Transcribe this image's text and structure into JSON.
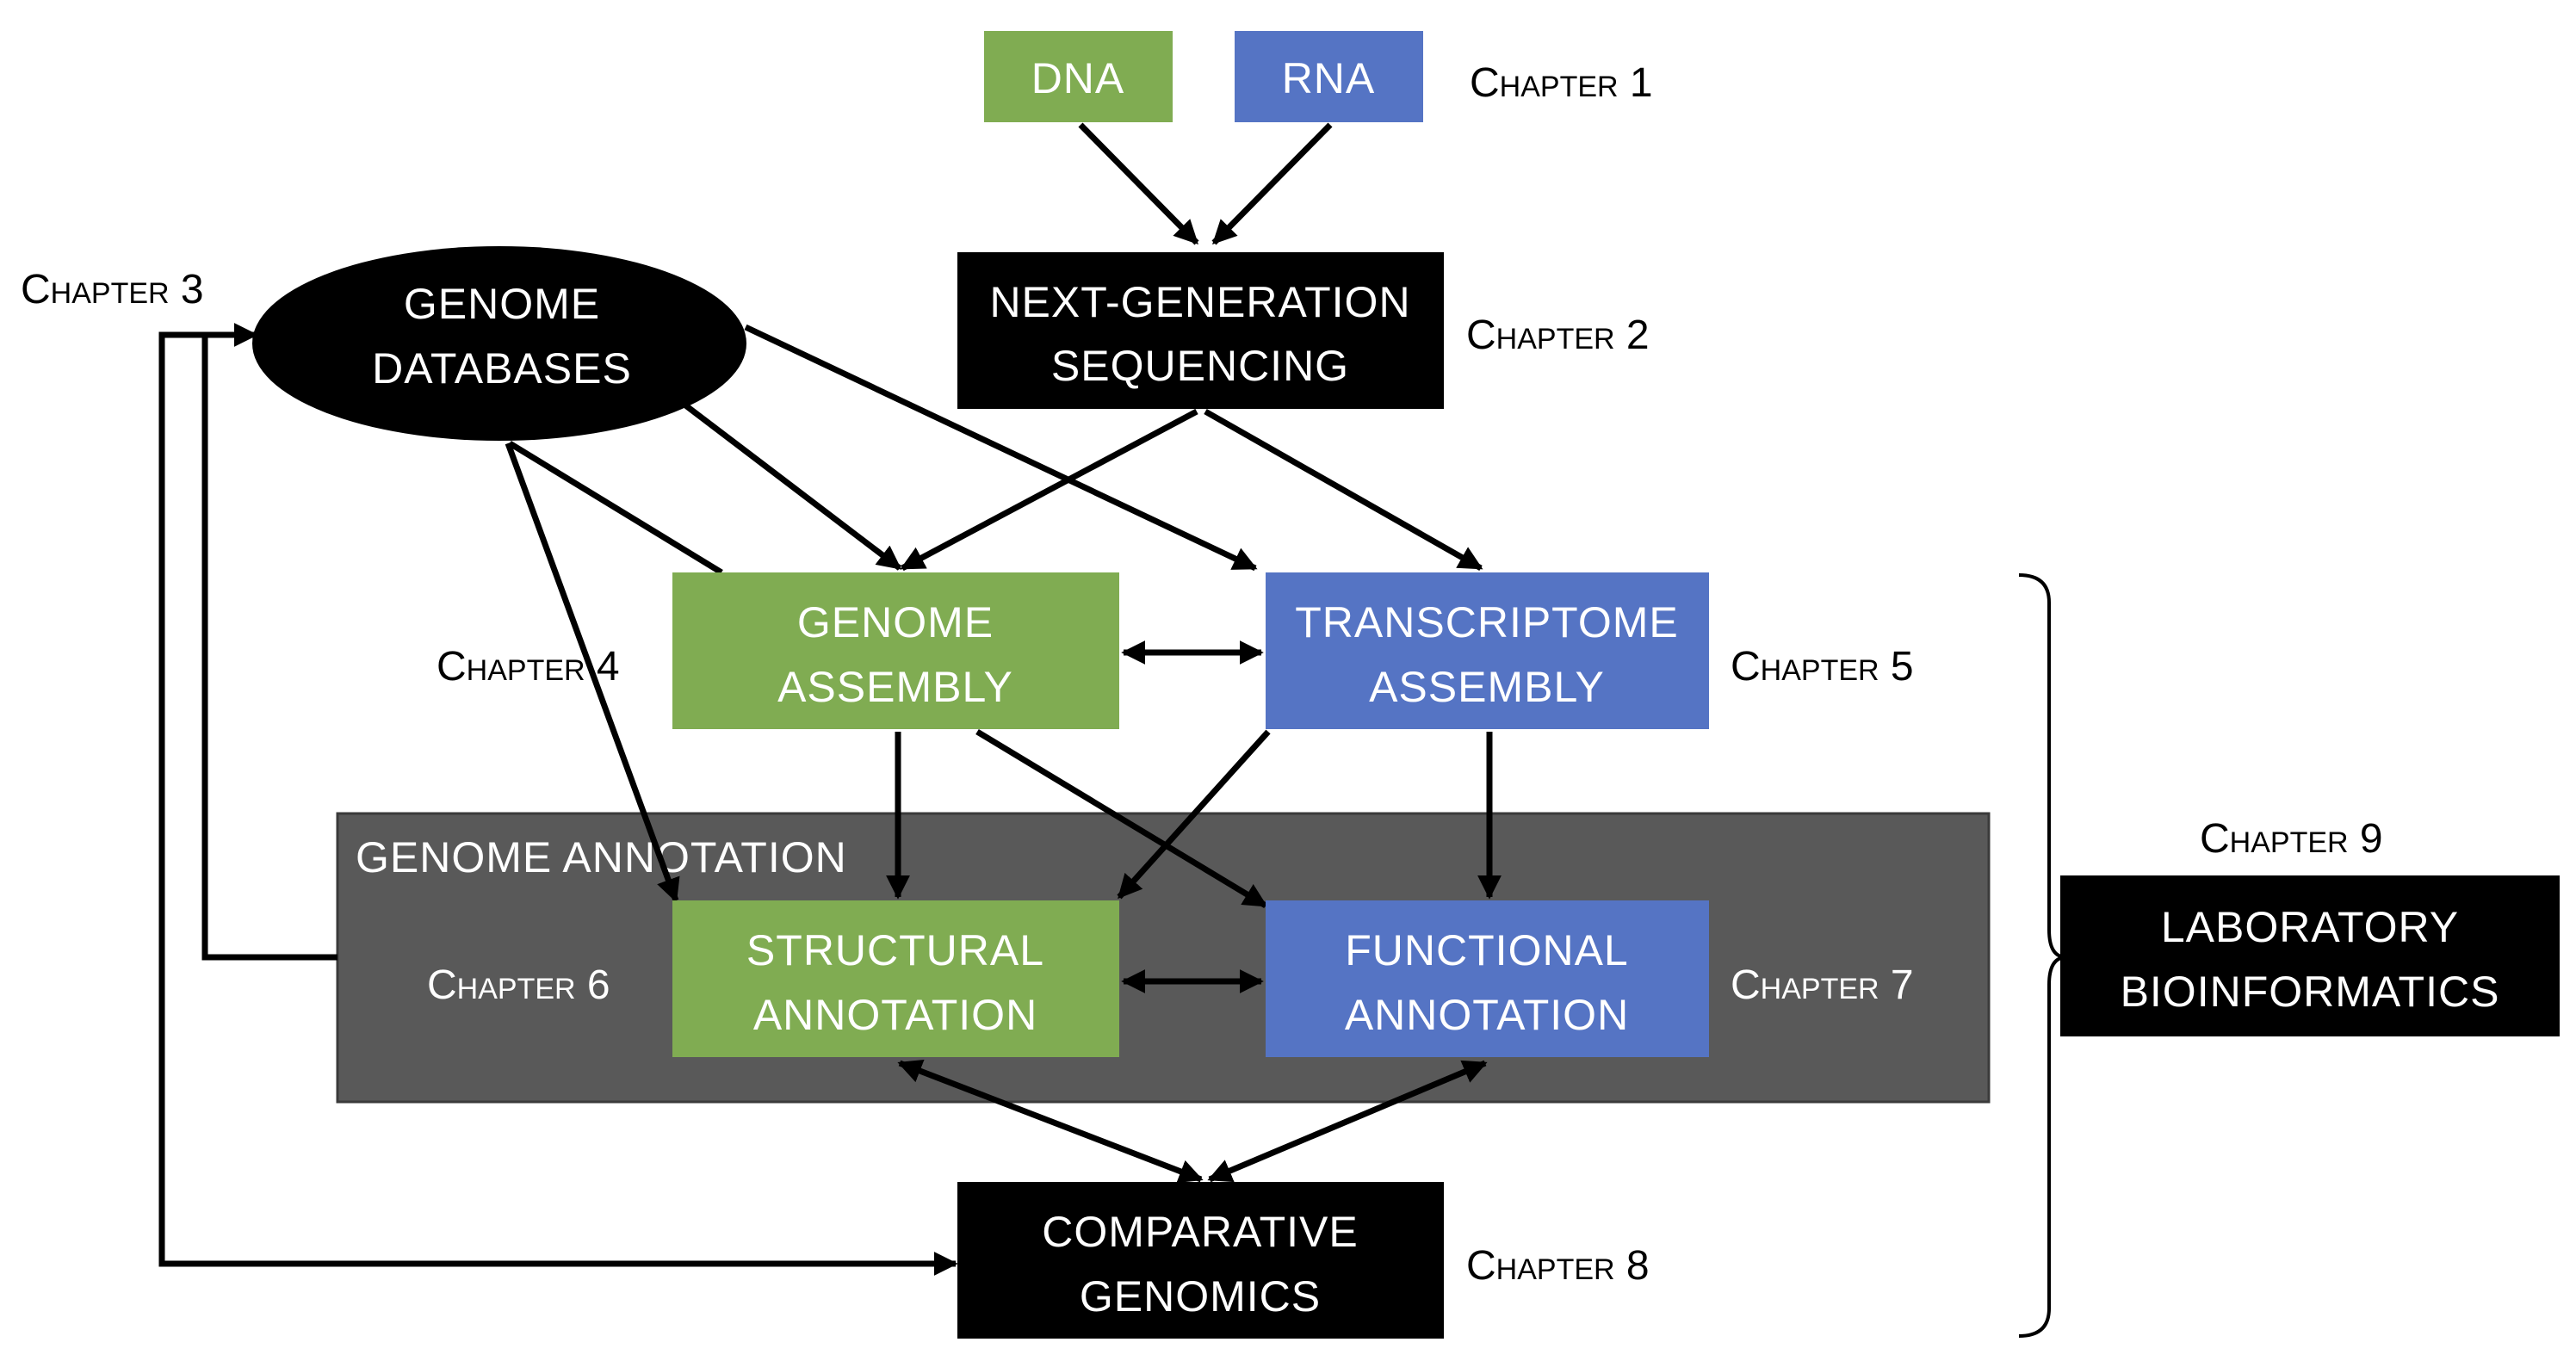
{
  "colors": {
    "green": "#80AC52",
    "blue": "#5574C4",
    "black": "#000000",
    "annotation_group": "#595959"
  },
  "nodes": {
    "dna": "DNA",
    "rna": "RNA",
    "ngs_line1": "NEXT-GENERATION",
    "ngs_line2": "SEQUENCING",
    "genome_db_line1": "GENOME",
    "genome_db_line2": "DATABASES",
    "genome_assembly_line1": "GENOME",
    "genome_assembly_line2": "ASSEMBLY",
    "transcriptome_assembly_line1": "TRANSCRIPTOME",
    "transcriptome_assembly_line2": "ASSEMBLY",
    "structural_annotation_line1": "STRUCTURAL",
    "structural_annotation_line2": "ANNOTATION",
    "functional_annotation_line1": "FUNCTIONAL",
    "functional_annotation_line2": "ANNOTATION",
    "comparative_genomics_line1": "COMPARATIVE",
    "comparative_genomics_line2": "GENOMICS",
    "lab_bioinformatics_line1": "LABORATORY",
    "lab_bioinformatics_line2": "BIOINFORMATICS"
  },
  "group": {
    "genome_annotation": "GENOME ANNOTATION"
  },
  "chapters": {
    "ch1": "Chapter 1",
    "ch2": "Chapter 2",
    "ch3": "Chapter 3",
    "ch4": "Chapter 4",
    "ch5": "Chapter 5",
    "ch6": "Chapter 6",
    "ch7": "Chapter 7",
    "ch8": "Chapter 8",
    "ch9": "Chapter 9"
  }
}
